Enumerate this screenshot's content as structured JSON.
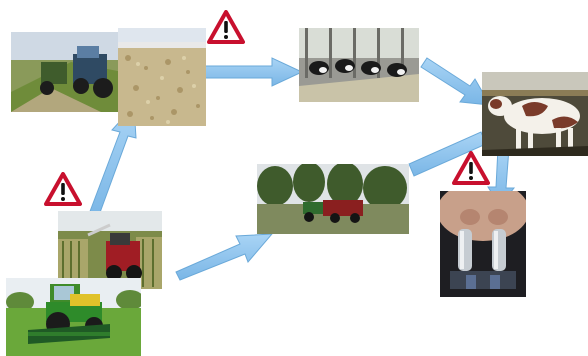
{
  "diagram": {
    "type": "cycle",
    "stages": [
      {
        "id": "mowing",
        "icon": "mowing-tractor-photo"
      },
      {
        "id": "forage-harvest",
        "icon": "forage-harvester-photo"
      },
      {
        "id": "silage",
        "icon": "silage-clamp-photo"
      },
      {
        "id": "feeding",
        "icon": "cows-feeding-barn-photo"
      },
      {
        "id": "cow",
        "icon": "dairy-cow-photo"
      },
      {
        "id": "milking",
        "icon": "milking-cluster-photo"
      },
      {
        "id": "slurry-spreading",
        "icon": "slurry-spreading-photo"
      }
    ],
    "warnings": [
      {
        "icon": "warning-icon",
        "near": "silage"
      },
      {
        "icon": "warning-icon",
        "near": "forage-harvest"
      },
      {
        "icon": "warning-icon",
        "near": "milking"
      }
    ],
    "colors": {
      "arrow_fill": "#8cc4ee",
      "arrow_stroke": "#6aa9d9",
      "warning_border": "#c8102e",
      "warning_fill": "#ffffff",
      "warning_mark": "#111111"
    }
  }
}
